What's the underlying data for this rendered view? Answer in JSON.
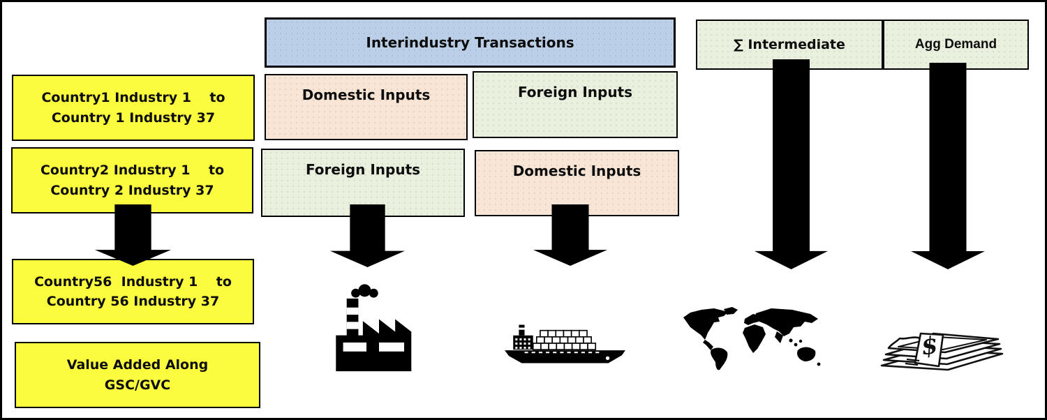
{
  "left_column": {
    "box1": "Country1 Industry 1    to\nCountry 1 Industry 37",
    "box2": "Country2 Industry 1    to\nCountry 2 Industry 37",
    "box3": "Country56  Industry 1    to\nCountry 56 Industry 37",
    "box4": "Value Added Along\nGSC/GVC"
  },
  "matrix": {
    "header": "Interindustry Transactions",
    "row1_left": "Domestic Inputs",
    "row1_right": "Foreign Inputs",
    "row2_left": "Foreign Inputs",
    "row2_right": "Domestic Inputs"
  },
  "totals": {
    "sum_intermediate": "∑ Intermediate",
    "agg_demand": "Agg Demand"
  },
  "icons": {
    "factory": "factory-icon",
    "cargo_ship": "cargo-ship-icon",
    "world_map": "world-map-icon",
    "money_stack": "money-stack-icon",
    "money_symbol": "$"
  },
  "colors": {
    "country_box_yellow": "#fcfc3e",
    "header_blue": "#bccfe8",
    "domestic_peach": "#f8e5d6",
    "foreign_green": "#e9f0de",
    "arrow_black": "#000000"
  }
}
